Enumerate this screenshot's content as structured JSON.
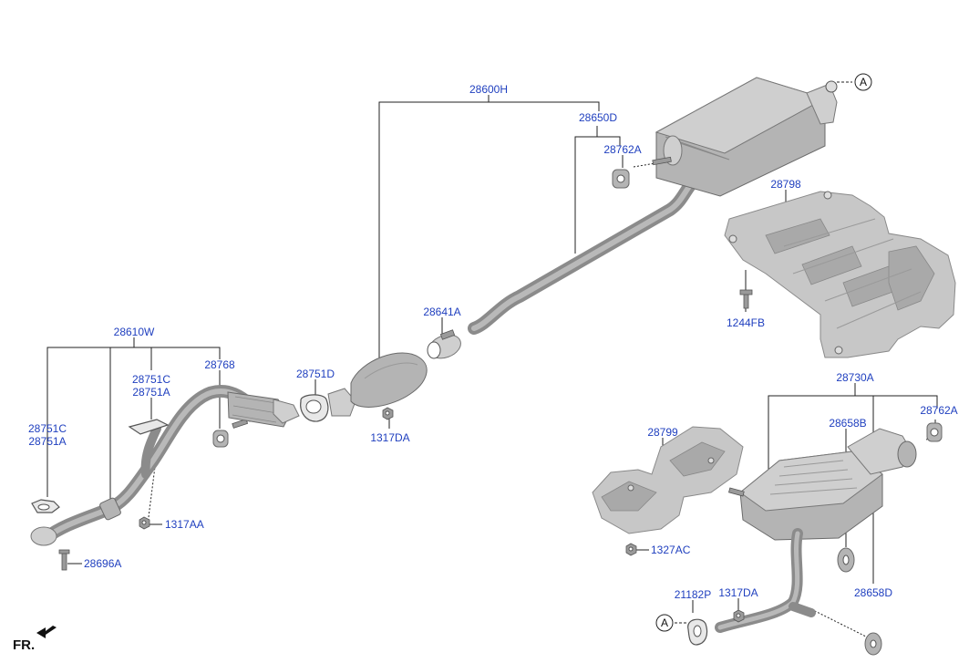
{
  "labels": {
    "p28600H": "28600H",
    "p28650D": "28650D",
    "p28762A_top": "28762A",
    "p28798": "28798",
    "p1244FB": "1244FB",
    "p28641A": "28641A",
    "p28610W": "28610W",
    "p28751C_mid": "28751C",
    "p28751A_mid": "28751A",
    "p28768": "28768",
    "p28751D": "28751D",
    "p1317DA_mid": "1317DA",
    "p28751C_left": "28751C",
    "p28751A_left": "28751A",
    "p1317AA": "1317AA",
    "p28696A": "28696A",
    "p28730A": "28730A",
    "p28762A_right": "28762A",
    "p28658B": "28658B",
    "p28799": "28799",
    "p1327AC": "1327AC",
    "p21182P": "21182P",
    "p1317DA_bot": "1317DA",
    "p28658D": "28658D"
  },
  "callouts": {
    "ref_a": "A"
  },
  "direction": {
    "fr": "FR."
  }
}
